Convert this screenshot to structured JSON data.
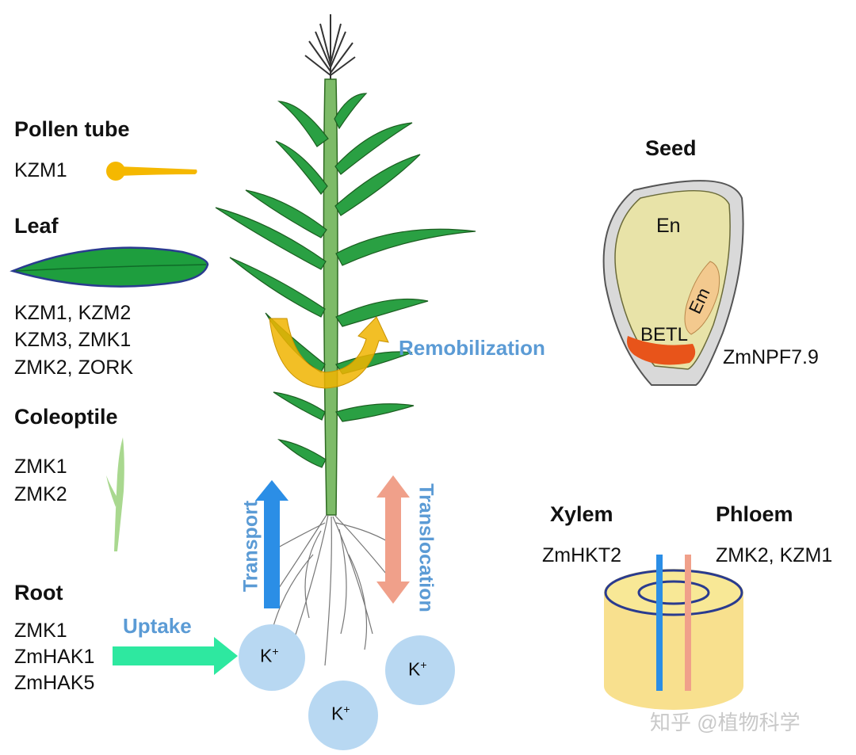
{
  "organs": {
    "pollen": {
      "title": "Pollen tube",
      "genes": [
        "KZM1"
      ]
    },
    "leaf": {
      "title": "Leaf",
      "genes": [
        "KZM1, KZM2",
        "KZM3, ZMK1",
        "ZMK2, ZORK"
      ]
    },
    "coleoptile": {
      "title": "Coleoptile",
      "genes": [
        "ZMK1",
        "ZMK2"
      ]
    },
    "root": {
      "title": "Root",
      "genes": [
        "ZMK1",
        "ZmHAK1",
        "ZmHAK5"
      ]
    }
  },
  "seed": {
    "title": "Seed",
    "en": "En",
    "em": "Em",
    "betl": "BETL",
    "gene": "ZmNPF7.9"
  },
  "vascular": {
    "xylem_title": "Xylem",
    "xylem_gene": "ZmHKT2",
    "phloem_title": "Phloem",
    "phloem_gene": "ZMK2, KZM1"
  },
  "processes": {
    "remobilization": "Remobilization",
    "uptake": "Uptake",
    "transport": "Transport",
    "translocation": "Translocation"
  },
  "ions": {
    "k1": "K",
    "k2": "K",
    "k3": "K",
    "charge": "+"
  },
  "watermark": "知乎 @植物科学",
  "colors": {
    "label_blue": "#5b9bd5",
    "pollen_orange": "#f5b800",
    "leaf_green": "#1e9e3e",
    "arrow_gold": "#f0b400",
    "transport_blue": "#2b8ee6",
    "translocation_salmon": "#f0a08a",
    "uptake_green": "#2ee8a0",
    "k_circle": "#b8d8f2",
    "seed_body": "#e8e3a8",
    "betl_orange": "#e8541a"
  }
}
